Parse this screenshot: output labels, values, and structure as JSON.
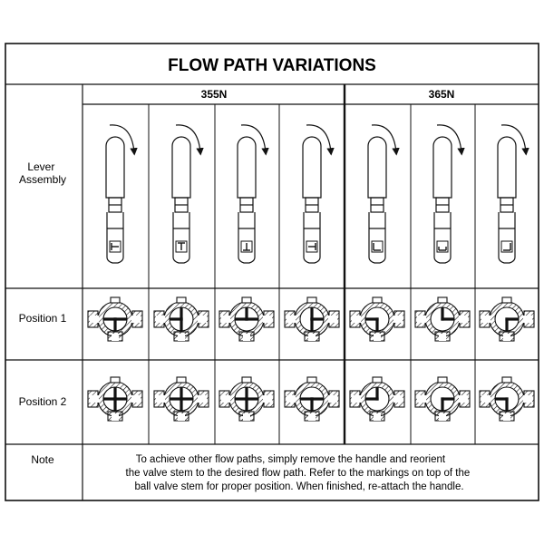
{
  "title": "FLOW PATH VARIATIONS",
  "groups": [
    {
      "label": "355N",
      "variants": 4
    },
    {
      "label": "365N",
      "variants": 3
    }
  ],
  "rows": {
    "lever": [
      "Lever",
      "Assembly"
    ],
    "position1": "Position 1",
    "position2": "Position 2",
    "note": "Note"
  },
  "note_lines": [
    "To achieve other flow paths, simply remove the handle and reorient",
    "the valve stem to the desired flow path. Refer to the markings on top of the",
    "ball valve stem for proper position. When finished, re-attach the handle."
  ],
  "variants": [
    {
      "stem_mark": "T-left",
      "pos1": "T-down",
      "pos2": "cross"
    },
    {
      "stem_mark": "T-up",
      "pos1": "T-left",
      "pos2": "cross"
    },
    {
      "stem_mark": "T-down",
      "pos1": "T-up",
      "pos2": "cross"
    },
    {
      "stem_mark": "T-right",
      "pos1": "T-right",
      "pos2": "T-down"
    },
    {
      "stem_mark": "L-left",
      "pos1": "L-left-down",
      "pos2": "L-left-up"
    },
    {
      "stem_mark": "L-down",
      "pos1": "L-up-right",
      "pos2": "L-down-right"
    },
    {
      "stem_mark": "L-up",
      "pos1": "L-down-right",
      "pos2": "L-left-down"
    }
  ],
  "colors": {
    "line": "#111111",
    "background": "#ffffff"
  }
}
